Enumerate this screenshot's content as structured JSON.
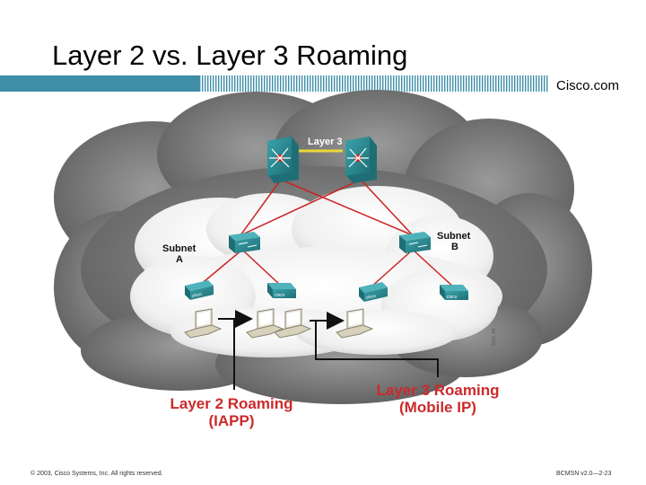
{
  "title": "Layer 2 vs. Layer 3 Roaming",
  "logo": "Cisco.com",
  "footer": {
    "copyright": "© 2003, Cisco Systems, Inc. All rights reserved.",
    "course": "BCMSN v2.0—2-23"
  },
  "diagram": {
    "layer3_label": "Layer 3",
    "subnet_a": [
      "Subnet",
      "A"
    ],
    "subnet_b": [
      "Subnet",
      "B"
    ],
    "roam_l2": [
      "Layer 2 Roaming",
      "(IAPP)"
    ],
    "roam_l3": [
      "Layer 3 Roaming",
      "(Mobile IP)"
    ],
    "side_code": "9116_09",
    "ap_label": "cisco",
    "colors": {
      "accent_bar": "#3f8ea8",
      "link_red": "#cc2222",
      "layer3_link": "#e8d83a",
      "roam_text": "#cc2a2a",
      "device_teal": "#2c8a92",
      "cloud_gray": "#7a7a7a"
    }
  }
}
